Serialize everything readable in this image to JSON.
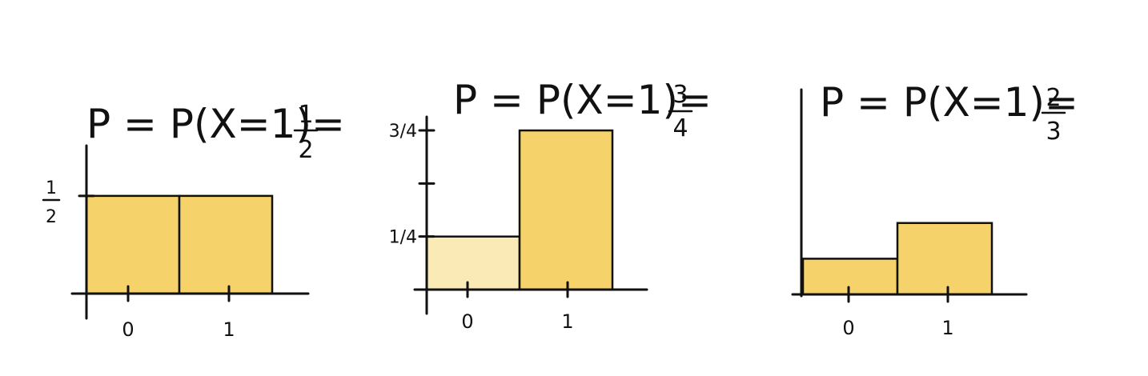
{
  "chart_data": [
    {
      "type": "bar",
      "title": "P = P(X=1)=",
      "title_fraction": {
        "numerator": "1",
        "denominator": "2"
      },
      "categories": [
        "0",
        "1"
      ],
      "values": [
        0.5,
        0.5
      ],
      "ylim": [
        0,
        0.7
      ],
      "yticks": [
        {
          "value": 0.5,
          "label_num": "1",
          "label_den": "2"
        }
      ],
      "xlabel": "",
      "ylabel": "",
      "grid": false,
      "bar_colors": [
        "#f5d36a",
        "#f5d36a"
      ]
    },
    {
      "type": "bar",
      "title": "P = P(X=1)=",
      "title_fraction": {
        "numerator": "3",
        "denominator": "4"
      },
      "categories": [
        "0",
        "1"
      ],
      "values": [
        0.25,
        0.75
      ],
      "ylim": [
        0,
        0.95
      ],
      "yticks": [
        {
          "value": 0.25,
          "label": "1/4"
        },
        {
          "value": 0.5,
          "label": ""
        },
        {
          "value": 0.75,
          "label": "3/4"
        }
      ],
      "xlabel": "",
      "ylabel": "",
      "grid": false,
      "bar_colors": [
        "#faebb6",
        "#f5d36a"
      ]
    },
    {
      "type": "bar",
      "title": "P = P(X=1)=",
      "title_fraction": {
        "numerator": "2",
        "denominator": "3"
      },
      "categories": [
        "0",
        "1"
      ],
      "values": [
        0.3333,
        0.6667
      ],
      "ylim": [
        0,
        1.3
      ],
      "yticks": [],
      "xlabel": "",
      "ylabel": "",
      "grid": false,
      "bar_colors": [
        "#f5d36a",
        "#f5d36a"
      ]
    }
  ],
  "colors": {
    "ink": "#111111",
    "bar_fill": "#f5d36a",
    "bar_fill_light": "#faebb6"
  }
}
